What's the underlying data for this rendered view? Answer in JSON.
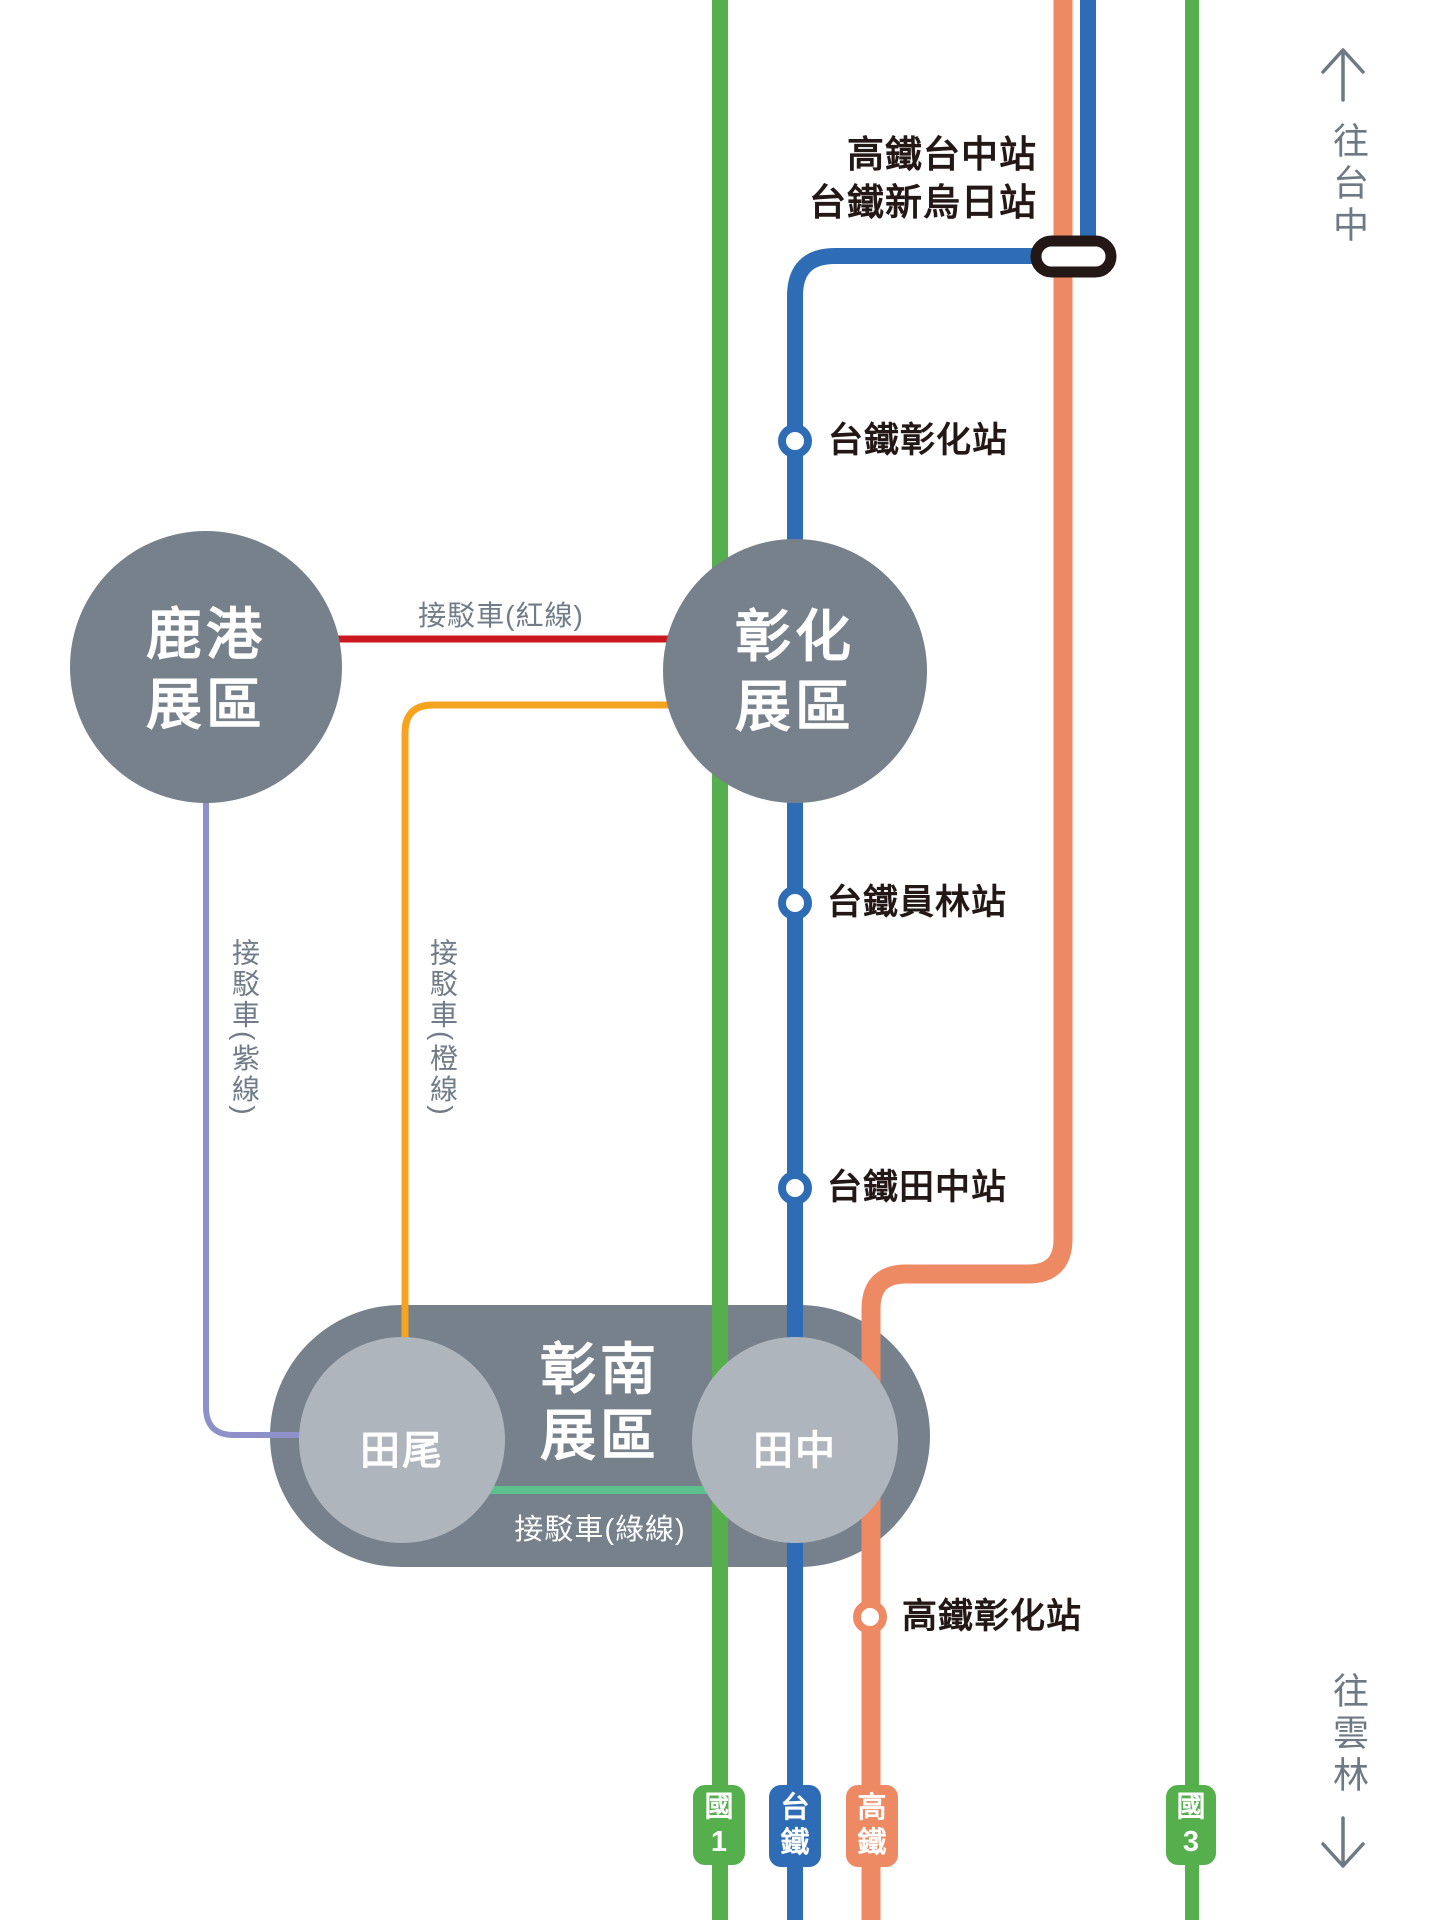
{
  "map": {
    "directions": {
      "top": "往台中",
      "bottom": "往雲林"
    },
    "stations": {
      "taichung_interchange": "高鐵台中站\n台鐵新烏日站",
      "changhua_tra": "台鐵彰化站",
      "yuanlin_tra": "台鐵員林站",
      "tianzhong_tra": "台鐵田中站",
      "changhua_hsr": "高鐵彰化站"
    },
    "areas": {
      "lukang": "鹿港\n展區",
      "changhua": "彰化\n展區",
      "south_changhua": "彰南\n展區",
      "tianwei": "田尾",
      "tianzhong": "田中"
    },
    "shuttles": {
      "red": "接駁車(紅線)",
      "purple": "接駁車(紫線)",
      "orange": "接駁車(橙線)",
      "green": "接駁車(綠線)"
    },
    "badges": {
      "highway1": "國\n1",
      "tra": "台\n鐵",
      "hsr": "高\n鐵",
      "highway3": "國\n3"
    },
    "colors": {
      "green": "#55af4d",
      "blue": "#2e6db5",
      "orange": "#ed8a63",
      "amber": "#f6a41f",
      "red": "#c9191e",
      "purple": "#8d90c9",
      "shuttle-green": "#5dc18e",
      "area-dark": "#76818b",
      "area-light": "#afb5bc",
      "ink": "#231815",
      "label-gray": "#707c87",
      "arrow-gray": "#6d7983",
      "marker-black": "#231815"
    }
  }
}
